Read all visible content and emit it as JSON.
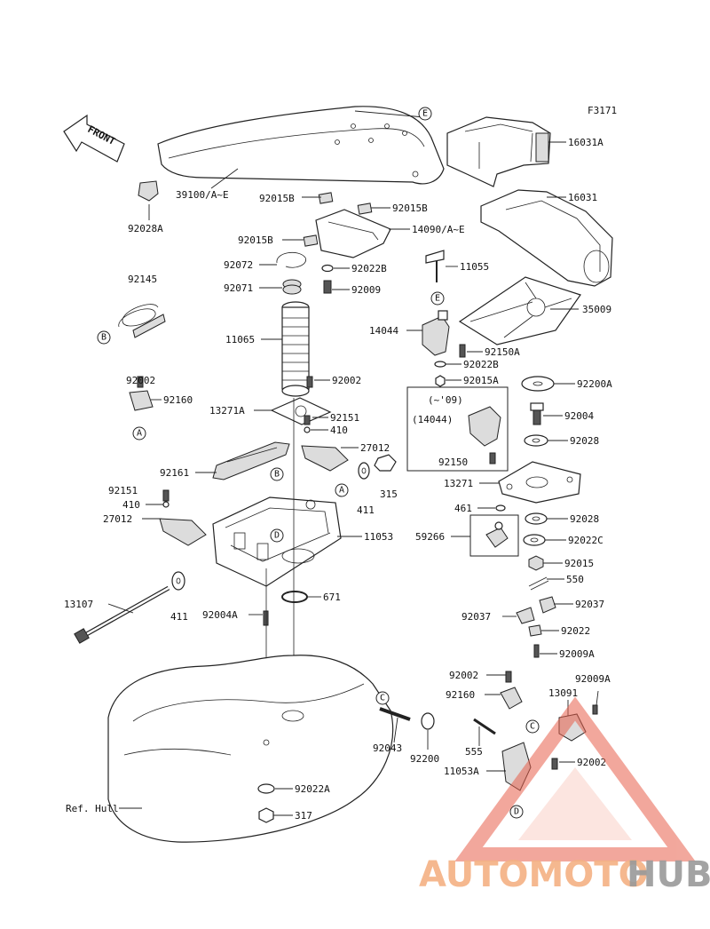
{
  "figure_code": "F3171",
  "front_label": "FRONT",
  "ref_label": "Ref. Hull",
  "watermark": {
    "part1": "AUTOMOTO",
    "part2": "HUB",
    "accent": "#e8604c",
    "secondary": "#9a9a9a"
  },
  "parts": {
    "p39100": "39100/A~E",
    "p92028A": "92028A",
    "p92015B_1": "92015B",
    "p92015B_2": "92015B",
    "p92015B_3": "92015B",
    "p14090": "14090/A~E",
    "p92072": "92072",
    "p92022B_1": "92022B",
    "p92071": "92071",
    "p92009": "92009",
    "p92145": "92145",
    "p11065": "11065",
    "p92002_1": "92002",
    "p92160_1": "92160",
    "p92002_2": "92002",
    "p13271A": "13271A",
    "p92151_1": "92151",
    "p410_1": "410",
    "p27012_1": "27012",
    "p92161": "92161",
    "p315": "315",
    "p411_1": "411",
    "p92151_2": "92151",
    "p410_2": "410",
    "p27012_2": "27012",
    "p11053": "11053",
    "p13107": "13107",
    "p411_2": "411",
    "p92004A": "92004A",
    "p671": "671",
    "p16031A": "16031A",
    "p16031": "16031",
    "p11055": "11055",
    "p35009": "35009",
    "p14044": "14044",
    "p92150A": "92150A",
    "p92022B_2": "92022B",
    "p92015A": "92015A",
    "p92200A": "92200A",
    "year_note": "(~'09)",
    "p14044_paren": "(14044)",
    "p92004": "92004",
    "p92028_1": "92028",
    "p92150": "92150",
    "p13271": "13271",
    "p461": "461",
    "p92028_2": "92028",
    "p59266": "59266",
    "p92022C": "92022C",
    "p92015": "92015",
    "p550": "550",
    "p92037_1": "92037",
    "p92037_2": "92037",
    "p92022": "92022",
    "p92009A_1": "92009A",
    "p92002_3": "92002",
    "p92009A_2": "92009A",
    "p92160_2": "92160",
    "p13091": "13091",
    "p555": "555",
    "p92043": "92043",
    "p92200": "92200",
    "p92002_4": "92002",
    "p11053A": "11053A",
    "p92022A": "92022A",
    "p317": "317"
  },
  "refs": {
    "A": "A",
    "B": "B",
    "C": "C",
    "D": "D",
    "E": "E"
  }
}
